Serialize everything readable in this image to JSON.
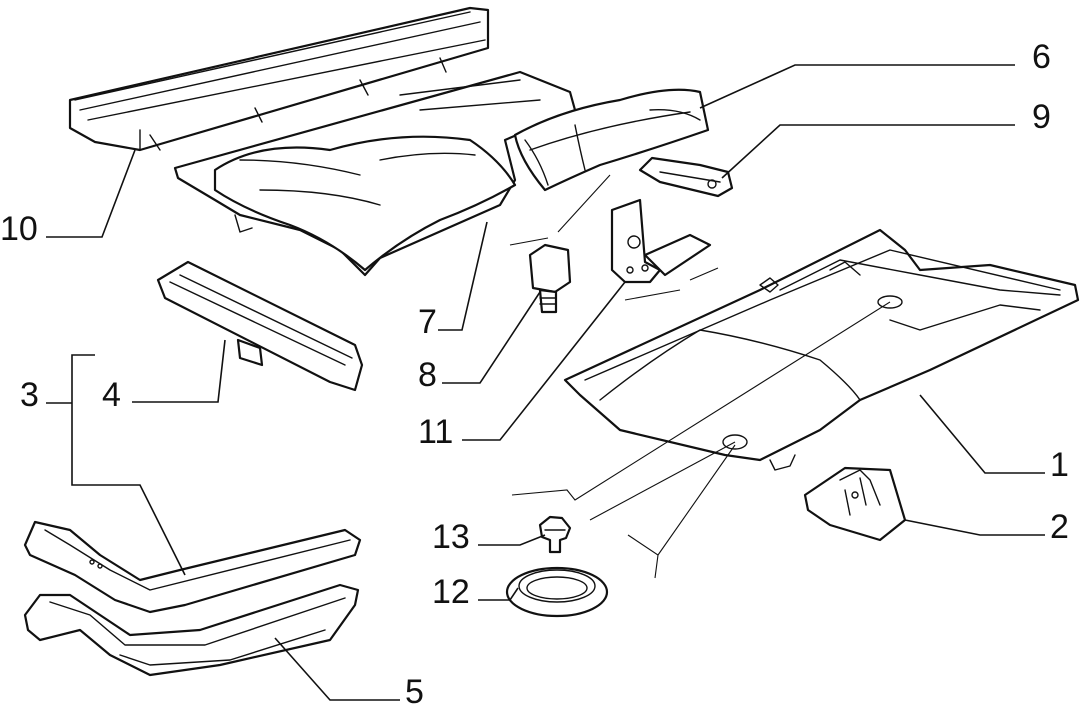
{
  "callouts": {
    "c1": "1",
    "c2": "2",
    "c3": "3",
    "c4": "4",
    "c5": "5",
    "c6": "6",
    "c7": "7",
    "c8": "8",
    "c9": "9",
    "c10": "10",
    "c11": "11",
    "c12": "12",
    "c13": "13"
  },
  "colors": {
    "ink": "#111111",
    "background": "#ffffff"
  }
}
